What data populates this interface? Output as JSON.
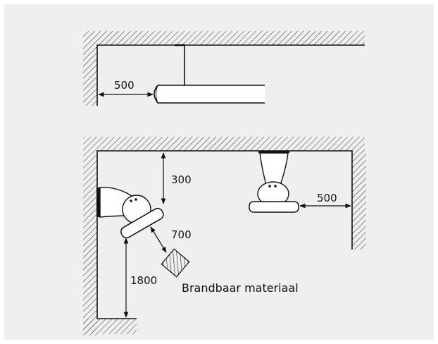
{
  "diagram": {
    "top_view": {
      "dim_wall_clearance": "500"
    },
    "bottom_view": {
      "dim_ceiling_clearance": "300",
      "dim_material_clearance": "700",
      "dim_floor_height": "1800",
      "dim_side_wall_clearance": "500",
      "material_label": "Brandbaar materiaal"
    }
  }
}
